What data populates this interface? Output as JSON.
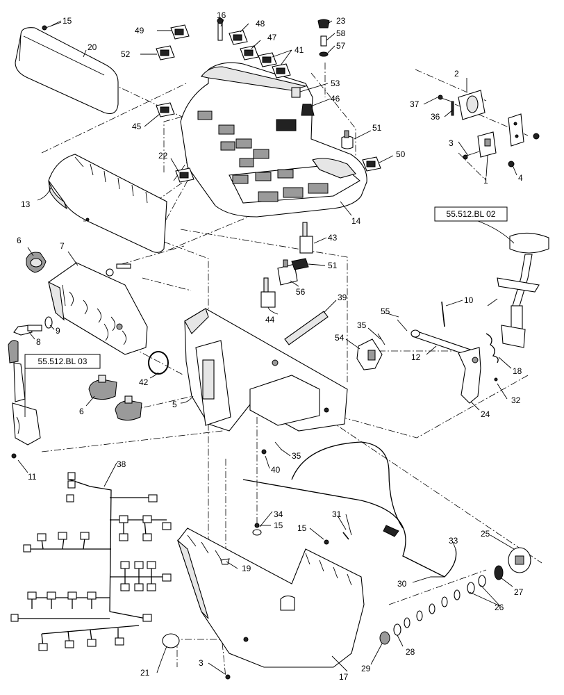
{
  "references": [
    {
      "id": "ref-bl03",
      "text": "55.512.BL 03"
    },
    {
      "id": "ref-bl02",
      "text": "55.512.BL 02"
    }
  ],
  "callouts": [
    {
      "id": "c15a",
      "n": "15"
    },
    {
      "id": "c20",
      "n": "20"
    },
    {
      "id": "c16",
      "n": "16"
    },
    {
      "id": "c49",
      "n": "49"
    },
    {
      "id": "c48",
      "n": "48"
    },
    {
      "id": "c47",
      "n": "47"
    },
    {
      "id": "c52",
      "n": "52"
    },
    {
      "id": "c41",
      "n": "41"
    },
    {
      "id": "c23",
      "n": "23"
    },
    {
      "id": "c58",
      "n": "58"
    },
    {
      "id": "c57",
      "n": "57"
    },
    {
      "id": "c53",
      "n": "53"
    },
    {
      "id": "c46",
      "n": "46"
    },
    {
      "id": "c2",
      "n": "2"
    },
    {
      "id": "c37",
      "n": "37"
    },
    {
      "id": "c36",
      "n": "36"
    },
    {
      "id": "c45",
      "n": "45"
    },
    {
      "id": "c51a",
      "n": "51"
    },
    {
      "id": "c3a",
      "n": "3"
    },
    {
      "id": "c1",
      "n": "1"
    },
    {
      "id": "c4",
      "n": "4"
    },
    {
      "id": "c22",
      "n": "22"
    },
    {
      "id": "c50",
      "n": "50"
    },
    {
      "id": "c13",
      "n": "13"
    },
    {
      "id": "c14",
      "n": "14"
    },
    {
      "id": "c6a",
      "n": "6"
    },
    {
      "id": "c7",
      "n": "7"
    },
    {
      "id": "c43",
      "n": "43"
    },
    {
      "id": "c51b",
      "n": "51"
    },
    {
      "id": "c56",
      "n": "56"
    },
    {
      "id": "c39",
      "n": "39"
    },
    {
      "id": "c10",
      "n": "10"
    },
    {
      "id": "c55",
      "n": "55"
    },
    {
      "id": "c35a",
      "n": "35"
    },
    {
      "id": "c9",
      "n": "9"
    },
    {
      "id": "c8",
      "n": "8"
    },
    {
      "id": "c44",
      "n": "44"
    },
    {
      "id": "c54",
      "n": "54"
    },
    {
      "id": "c12",
      "n": "12"
    },
    {
      "id": "c18",
      "n": "18"
    },
    {
      "id": "c42",
      "n": "42"
    },
    {
      "id": "c6b",
      "n": "6"
    },
    {
      "id": "c5",
      "n": "5"
    },
    {
      "id": "c32",
      "n": "32"
    },
    {
      "id": "c24",
      "n": "24"
    },
    {
      "id": "c11",
      "n": "11"
    },
    {
      "id": "c38",
      "n": "38"
    },
    {
      "id": "c40",
      "n": "40"
    },
    {
      "id": "c35b",
      "n": "35"
    },
    {
      "id": "c34",
      "n": "34"
    },
    {
      "id": "c15b",
      "n": "15"
    },
    {
      "id": "c31",
      "n": "31"
    },
    {
      "id": "c15c",
      "n": "15"
    },
    {
      "id": "c25",
      "n": "25"
    },
    {
      "id": "c19",
      "n": "19"
    },
    {
      "id": "c33",
      "n": "33"
    },
    {
      "id": "c27",
      "n": "27"
    },
    {
      "id": "c30",
      "n": "30"
    },
    {
      "id": "c26",
      "n": "26"
    },
    {
      "id": "c28",
      "n": "28"
    },
    {
      "id": "c21",
      "n": "21"
    },
    {
      "id": "c3b",
      "n": "3"
    },
    {
      "id": "c29",
      "n": "29"
    },
    {
      "id": "c17",
      "n": "17"
    }
  ]
}
